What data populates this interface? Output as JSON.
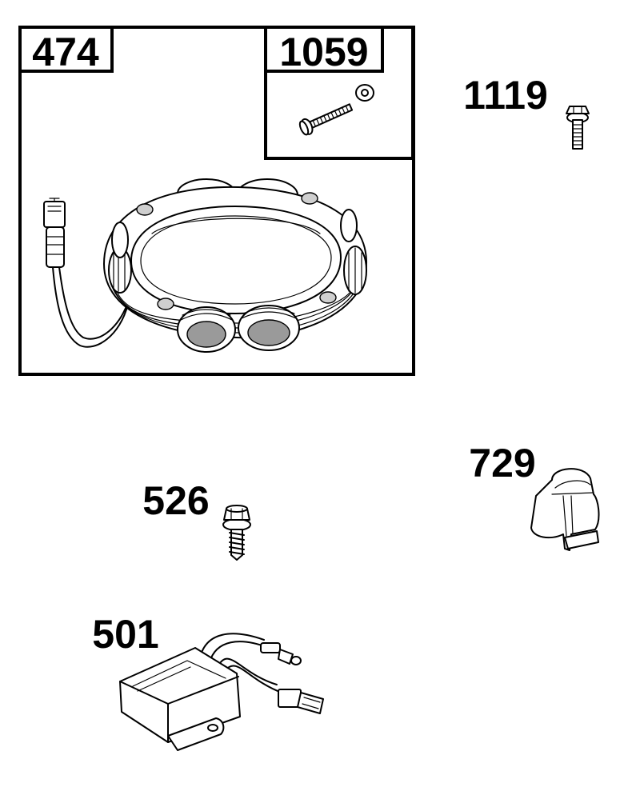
{
  "parts": [
    {
      "id": "stator",
      "ref": "474"
    },
    {
      "id": "screw-kit",
      "ref": "1059"
    },
    {
      "id": "screw",
      "ref": "1119"
    },
    {
      "id": "clip",
      "ref": "729"
    },
    {
      "id": "bolt",
      "ref": "526"
    },
    {
      "id": "regulator",
      "ref": "501"
    }
  ]
}
